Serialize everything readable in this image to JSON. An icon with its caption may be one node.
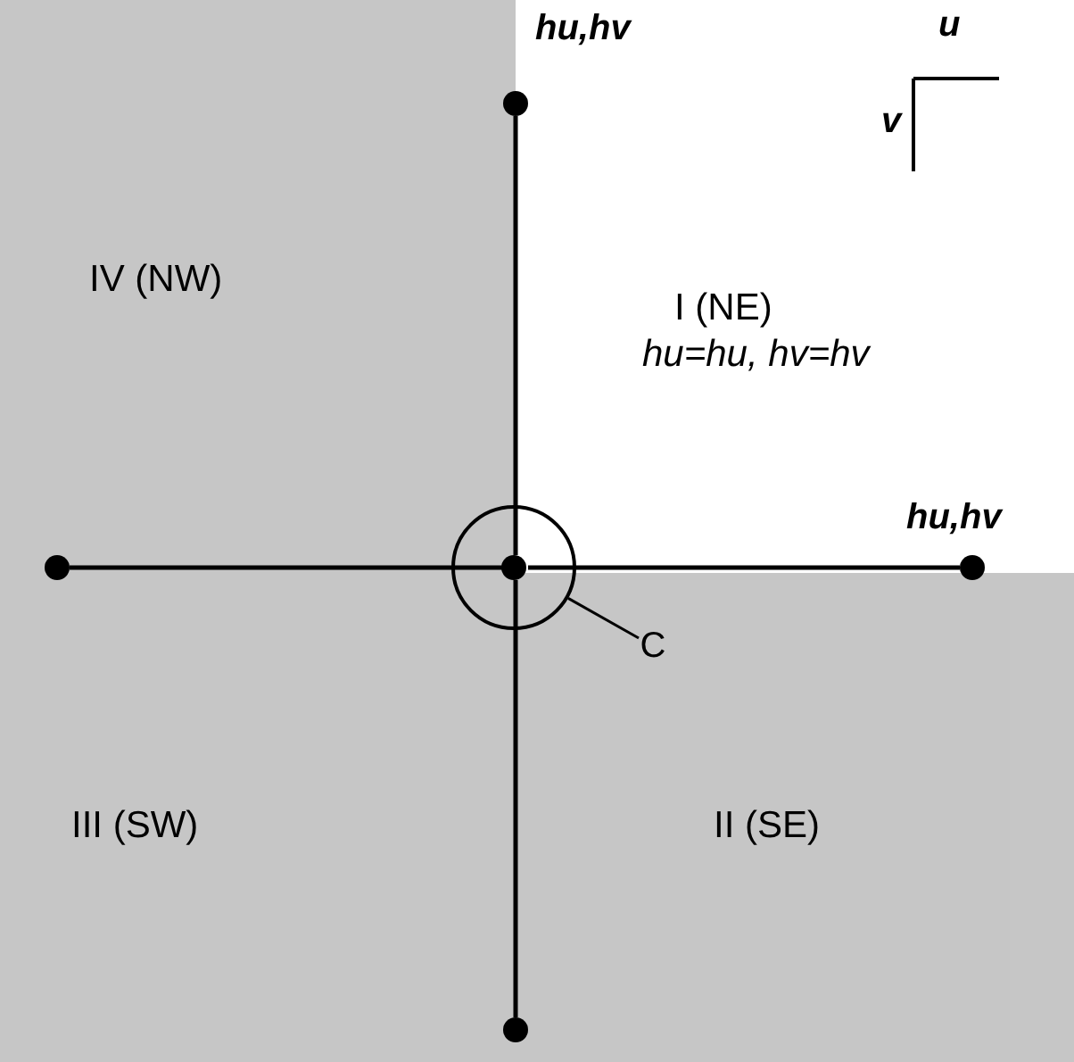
{
  "diagram": {
    "nodes": [
      {
        "text": [],
        "shape": "circle",
        "in": 5
      },
      {
        "text": [],
        "shape": "circle",
        "beside": [
          "hu,hv"
        ]
      },
      {
        "text": [],
        "shape": "circle",
        "beside": [
          "hu,hv"
        ]
      },
      {
        "text": [],
        "shape": "circle"
      },
      {
        "text": [],
        "shape": "circle"
      },
      {
        "text": [],
        "shape": "circle"
      },
      {
        "text": [
          "C"
        ]
      }
    ],
    "edges": [
      {
        "from": 0,
        "to": 1,
        "arrow": "none"
      },
      {
        "from": 0,
        "to": 2,
        "arrow": "none"
      },
      {
        "from": 0,
        "to": 3,
        "arrow": "none"
      },
      {
        "from": 0,
        "to": 4,
        "arrow": "none"
      },
      {
        "from": 6,
        "to": 5,
        "arrow": "none"
      }
    ],
    "labels": [
      "u",
      "v",
      "IV (NW)",
      "I (NE)",
      "hu=hu, hv=hv",
      "III (SW)",
      "II (SE)"
    ]
  }
}
